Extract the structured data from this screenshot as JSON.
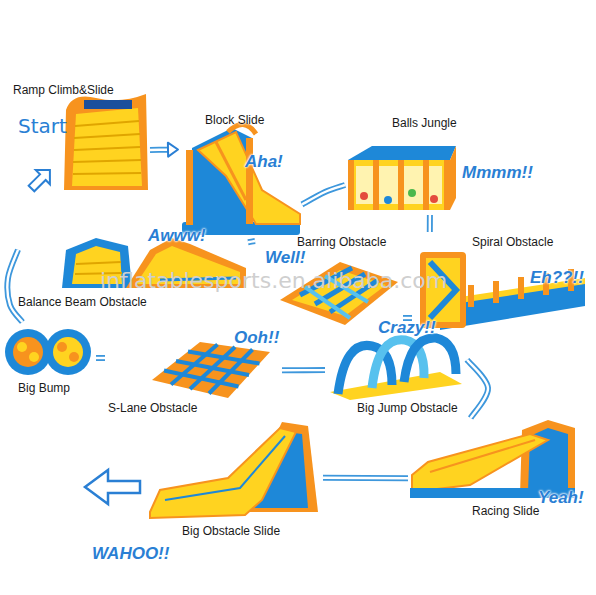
{
  "diagram": {
    "nodes": [
      {
        "text": [
          "Ramp Climb&Slide"
        ]
      },
      {
        "text": [
          "Block Slide",
          "Aha!"
        ]
      },
      {
        "text": [
          "Balls Jungle",
          "Mmmm!!"
        ]
      },
      {
        "text": [
          "Spiral Obstacle",
          "Eh??!!"
        ]
      },
      {
        "text": [
          "Barring Obstacle",
          "Well!"
        ]
      },
      {
        "text": [
          "Balance Beam Obstacle",
          "Awww!"
        ]
      },
      {
        "text": [
          "Big Bump"
        ]
      },
      {
        "text": [
          "S-Lane Obstacle",
          "Ooh!!"
        ]
      },
      {
        "text": [
          "Big Jump Obstacle",
          "Crazy!!"
        ]
      },
      {
        "text": [
          "Racing Slide",
          "Yeah!"
        ]
      },
      {
        "text": [
          "Big Obstacle Slide"
        ]
      }
    ],
    "edges": [
      {
        "from": 0,
        "to": 1,
        "arrow": "to"
      },
      {
        "from": 1,
        "to": 2,
        "arrow": "none"
      },
      {
        "from": 2,
        "to": 3,
        "arrow": "none"
      },
      {
        "from": 3,
        "to": 4,
        "arrow": "none"
      },
      {
        "from": 4,
        "to": 5,
        "arrow": "none"
      },
      {
        "from": 5,
        "to": 6,
        "arrow": "none"
      },
      {
        "from": 6,
        "to": 7,
        "arrow": "none"
      },
      {
        "from": 7,
        "to": 8,
        "arrow": "none"
      },
      {
        "from": 8,
        "to": 9,
        "arrow": "none"
      },
      {
        "from": 9,
        "to": 10,
        "arrow": "none"
      }
    ],
    "labels": [
      "Start",
      "inflatablesports.en.alibaba.com",
      "WAHOO!!"
    ]
  }
}
